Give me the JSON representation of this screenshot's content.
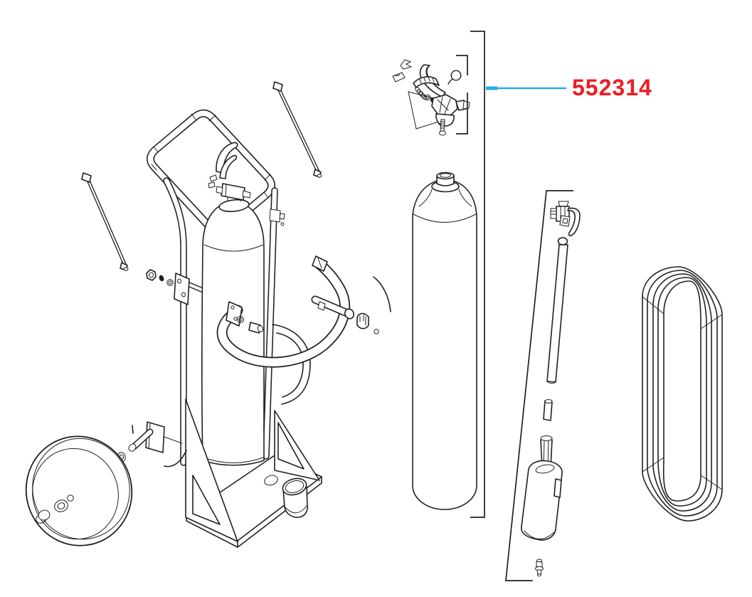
{
  "page": {
    "title": "Exploded parts diagram",
    "background_color": "#ffffff",
    "line_color": "#231f20"
  },
  "callout": {
    "part_number": "552314",
    "text_color": "#ed1c24",
    "leader_color": "#29abe2"
  },
  "parts": {
    "trolley": [
      "handle-loop",
      "tie-rod-upper-left",
      "tie-rod-upper-right",
      "fastener-set",
      "mounted-extinguisher",
      "extinguisher-valve",
      "cylinder-strap",
      "strap-arm",
      "latch-clip",
      "rear-wheel",
      "base-platform",
      "gusset-plates",
      "lance-cup",
      "axle-stub",
      "axle-washer",
      "front-wheel",
      "wheel-hub"
    ],
    "valve_assembly_exploded": [
      "retaining-clip",
      "lock-ring",
      "operating-lever",
      "grip-lever",
      "spring",
      "o-rings",
      "valve-body",
      "outlet-fitting",
      "pull-ring",
      "dip-tube-screw"
    ],
    "spare_cylinder": [
      "cylinder-body",
      "cylinder-neck"
    ],
    "lance_kit": [
      "shutoff-valve",
      "pull-hook",
      "lance-tube",
      "tube-spacer",
      "horn-shaft",
      "discharge-horn",
      "nozzle-fitting"
    ],
    "hose_coil": [
      "hose-loops"
    ]
  },
  "brackets": {
    "valve_group_bracket": "small",
    "cylinder_group_bracket": "large",
    "lance_group_bracket": "diagonal"
  }
}
